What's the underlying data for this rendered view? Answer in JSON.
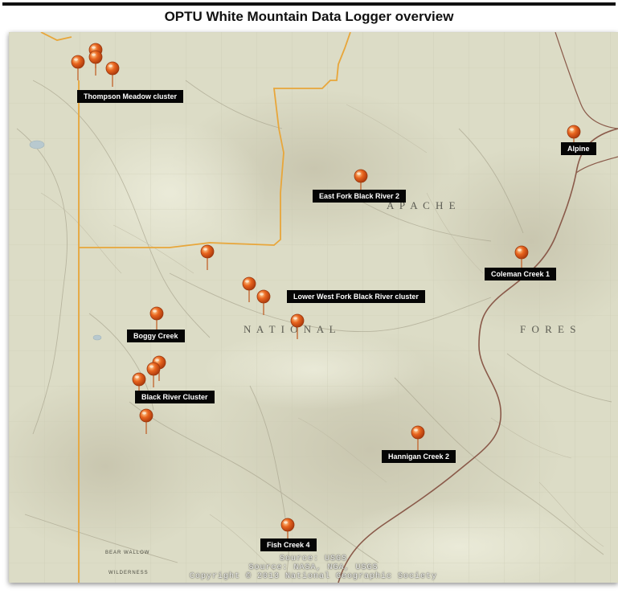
{
  "title": "OPTU White Mountain Data Logger overview",
  "colors": {
    "map_background": "#dcdcc6",
    "boundary": "#e8a63a",
    "road": "#8a5a4a",
    "marker": "#e8641e",
    "label_background": "#050505",
    "label_text": "#ffffff"
  },
  "labels": {
    "thompson": "Thompson Meadow cluster",
    "alpine": "Alpine",
    "east_fork": "East Fork Black River 2",
    "coleman": "Coleman Creek 1",
    "lower_west": "Lower West Fork Black River cluster",
    "boggy": "Boggy Creek",
    "black_river": "Black River Cluster",
    "hannigan": "Hannigan Creek 2",
    "fish": "Fish Creek 4"
  },
  "region_text": {
    "apache": "A P A C H E",
    "national": "N A T I O N A L",
    "forest": "F O R E S"
  },
  "small_places": {
    "bear_wallow": "BEAR WALLOW",
    "wilderness": "WILDERNESS"
  },
  "attribution": {
    "line1": "Source: USGS",
    "line2": "Source: NASA, NGA, USGS",
    "line3": "Copyright © 2013 National Geographic Society"
  },
  "marker_icon": "map-pin-icon"
}
